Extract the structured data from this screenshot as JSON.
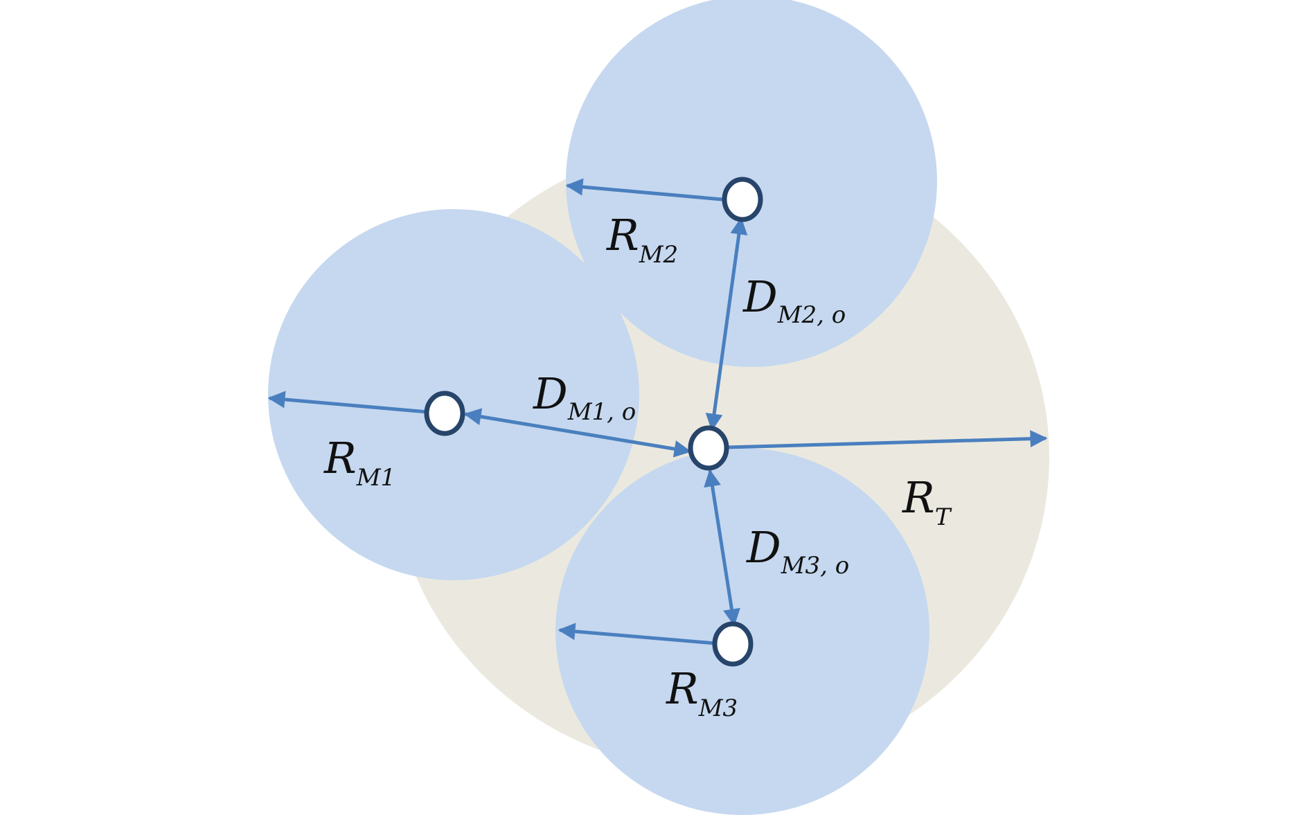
{
  "colors": {
    "background": "#ffffff",
    "outer_region": "#ebe9df",
    "inner_region": "#c5d8ef",
    "arrow": "#4a7fbf",
    "node_fill": "#ffffff",
    "node_stroke": "#27446a"
  },
  "labels": {
    "rm1": {
      "main": "R",
      "sub": "M1"
    },
    "rm2": {
      "main": "R",
      "sub": "M2"
    },
    "rm3": {
      "main": "R",
      "sub": "M3"
    },
    "rt": {
      "main": "R",
      "sub": "T"
    },
    "dm1": {
      "main": "D",
      "sub": "M1, o"
    },
    "dm2": {
      "main": "D",
      "sub": "M2, o"
    },
    "dm3": {
      "main": "D",
      "sub": "M3, o"
    }
  }
}
